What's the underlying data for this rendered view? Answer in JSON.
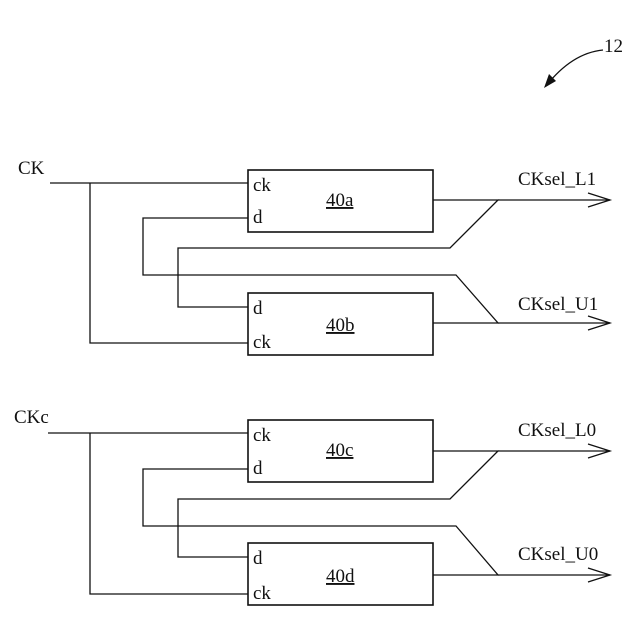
{
  "reference_numeral": "12",
  "blocks": [
    {
      "id": "40a",
      "pins": [
        "ck",
        "d"
      ]
    },
    {
      "id": "40b",
      "pins": [
        "d",
        "ck"
      ]
    },
    {
      "id": "40c",
      "pins": [
        "ck",
        "d"
      ]
    },
    {
      "id": "40d",
      "pins": [
        "d",
        "ck"
      ]
    }
  ],
  "inputs": {
    "top": "CK",
    "bottom": "CKc"
  },
  "outputs": {
    "top_upper": "CKsel_L1",
    "top_lower": "CKsel_U1",
    "bottom_upper": "CKsel_L0",
    "bottom_lower": "CKsel_U0"
  }
}
